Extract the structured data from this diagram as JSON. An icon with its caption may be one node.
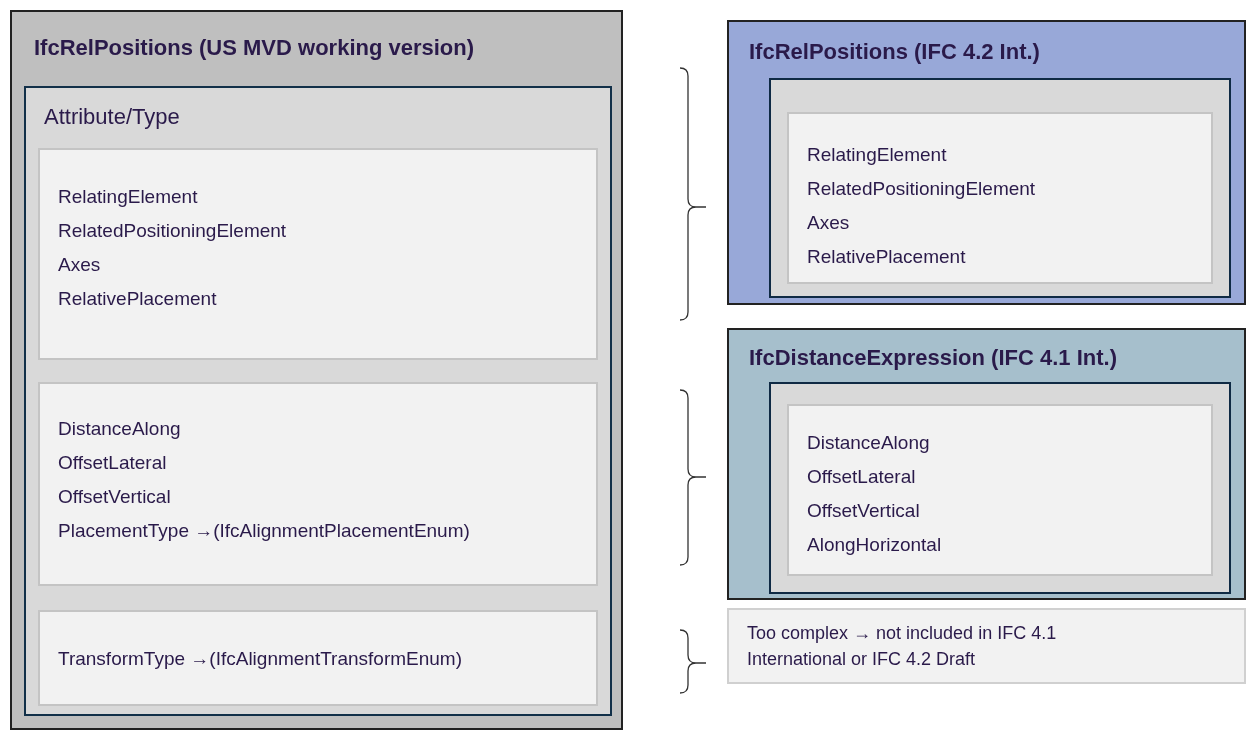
{
  "diagram": {
    "nodes": [
      {
        "text": [
          "IfcRelPositions (US MVD working version)"
        ]
      },
      {
        "text": [
          "Attribute/Type"
        ],
        "in": 0
      },
      {
        "text": [
          "RelatingElement",
          "RelatedPositioningElement",
          "Axes",
          "RelativePlacement"
        ],
        "in": 1
      },
      {
        "text": [
          "DistanceAlong",
          "OffsetLateral",
          "OffsetVertical",
          "PlacementType →(IfcAlignmentPlacementEnum)"
        ],
        "in": 1
      },
      {
        "text": [
          "TransformType →(IfcAlignmentTransformEnum)"
        ],
        "in": 1
      },
      {
        "text": [
          "IfcRelPositions (IFC 4.2 Int.)"
        ]
      },
      {
        "text": [],
        "shape": "box",
        "in": 5
      },
      {
        "text": [
          "RelatingElement",
          "RelatedPositioningElement",
          "Axes",
          "RelativePlacement"
        ],
        "in": 6
      },
      {
        "text": [
          "IfcDistanceExpression (IFC 4.1 Int.)"
        ]
      },
      {
        "text": [],
        "shape": "box",
        "in": 8
      },
      {
        "text": [
          "DistanceAlong",
          "OffsetLateral",
          "OffsetVertical",
          "AlongHorizontal"
        ],
        "in": 9
      },
      {
        "text": [
          "Too complex → not included in IFC 4.1 International or IFC 4.2 Draft"
        ]
      }
    ]
  }
}
